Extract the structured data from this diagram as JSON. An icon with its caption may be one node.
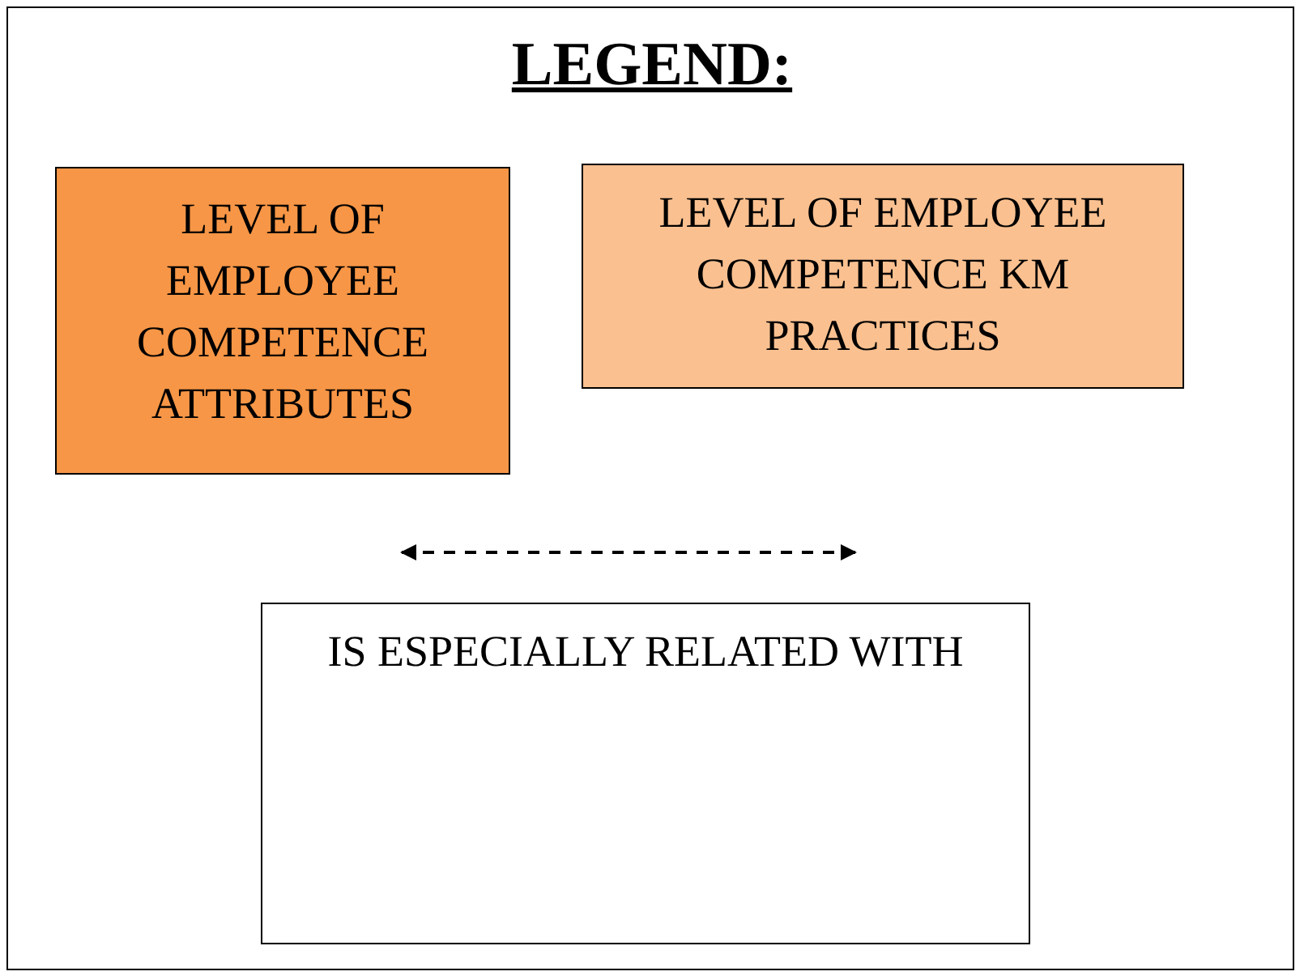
{
  "diagram": {
    "title": "LEGEND:",
    "legend": [
      {
        "text": "LEVEL OF EMPLOYEE COMPETENCE ATTRIBUTES",
        "color": "#f79646"
      },
      {
        "text": "LEVEL OF EMPLOYEE COMPETENCE KM PRACTICES",
        "color": "#fac090"
      },
      {
        "text": "IS ESPECIALLY RELATED WITH"
      }
    ]
  }
}
